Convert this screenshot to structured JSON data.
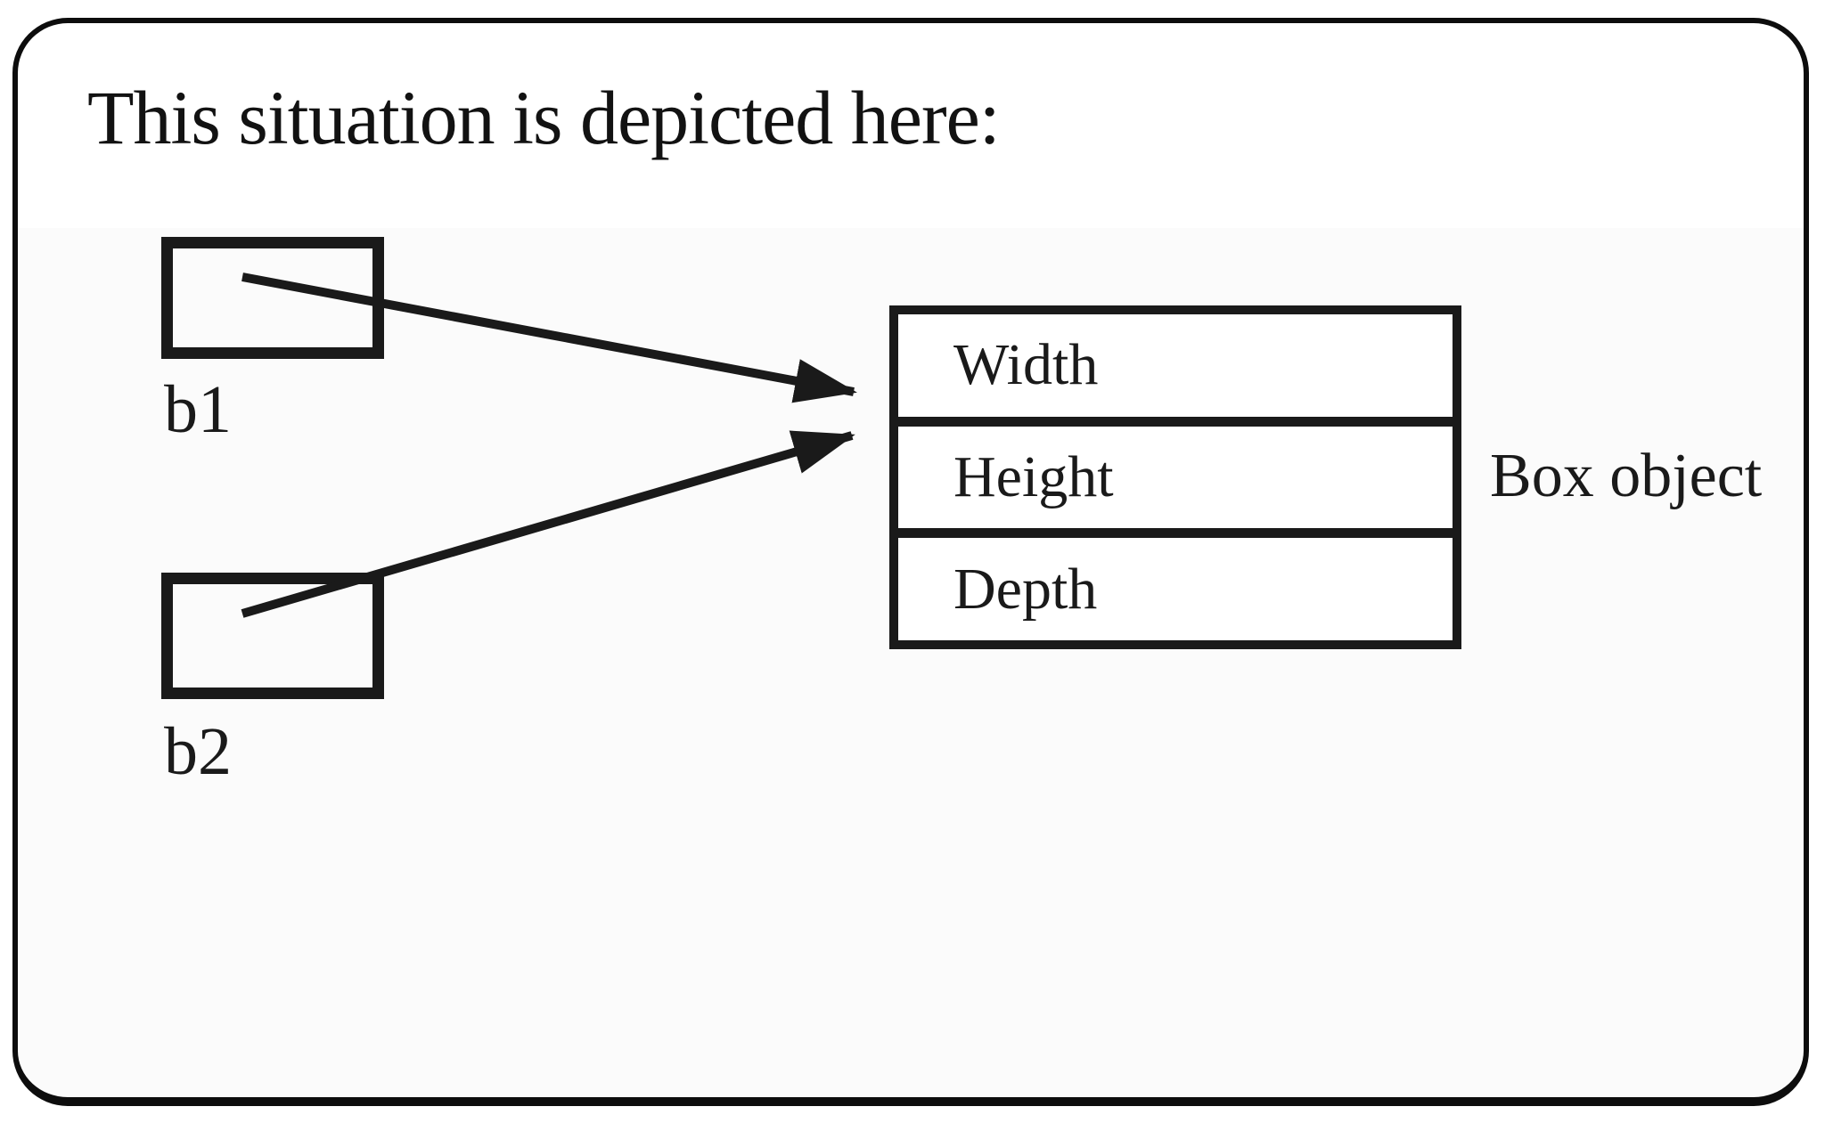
{
  "figure": {
    "title": "This situation is depicted here:"
  },
  "references": [
    {
      "label": "b1"
    },
    {
      "label": "b2"
    }
  ],
  "box_object": {
    "fields": [
      "Width",
      "Height",
      "Depth"
    ],
    "caption": "Box object"
  },
  "colors": {
    "ink": "#1a1a1a",
    "frame_border": "#0d0d0d",
    "background": "#ffffff"
  }
}
